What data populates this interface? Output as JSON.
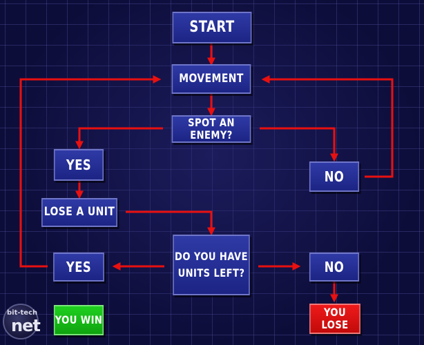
{
  "colors": {
    "background": "#0d0d3a",
    "box_fill": "#2f3aa6",
    "box_border": "#6f76c9",
    "arrow": "#e81010",
    "win_fill": "#1fd01f",
    "lose_fill": "#ef1a1a"
  },
  "nodes": {
    "start": "START",
    "movement": "MOVEMENT",
    "spot_enemy": "SPOT AN ENEMY?",
    "yes_enemy": "YES",
    "no_enemy": "NO",
    "lose_unit": "LOSE A UNIT",
    "units_left_line1": "DO YOU HAVE",
    "units_left_line2": "UNITS LEFT?",
    "yes_units": "YES",
    "no_units": "NO",
    "you_win": "YOU WIN",
    "you_lose": "YOU LOSE"
  },
  "watermark": {
    "top": "bit-tech",
    "main": "net"
  }
}
